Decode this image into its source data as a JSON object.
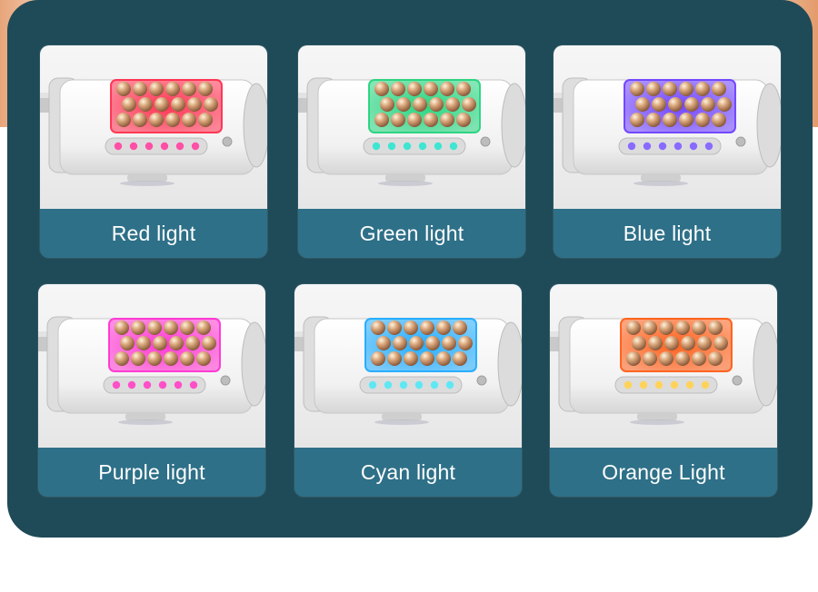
{
  "cards": [
    {
      "label": "Red light",
      "glow": "#ff2a4a",
      "led": "#ff4fa6"
    },
    {
      "label": "Green light",
      "glow": "#1fd37a",
      "led": "#3ee6d2"
    },
    {
      "label": "Blue light",
      "glow": "#6a3cff",
      "led": "#8a6bff"
    },
    {
      "label": "Purple light",
      "glow": "#ff2fd0",
      "led": "#ff4fc8"
    },
    {
      "label": "Cyan light",
      "glow": "#1aa9ff",
      "led": "#5fe8f4"
    },
    {
      "label": "Orange Light",
      "glow": "#ff5a12",
      "led": "#ffd35a"
    }
  ]
}
